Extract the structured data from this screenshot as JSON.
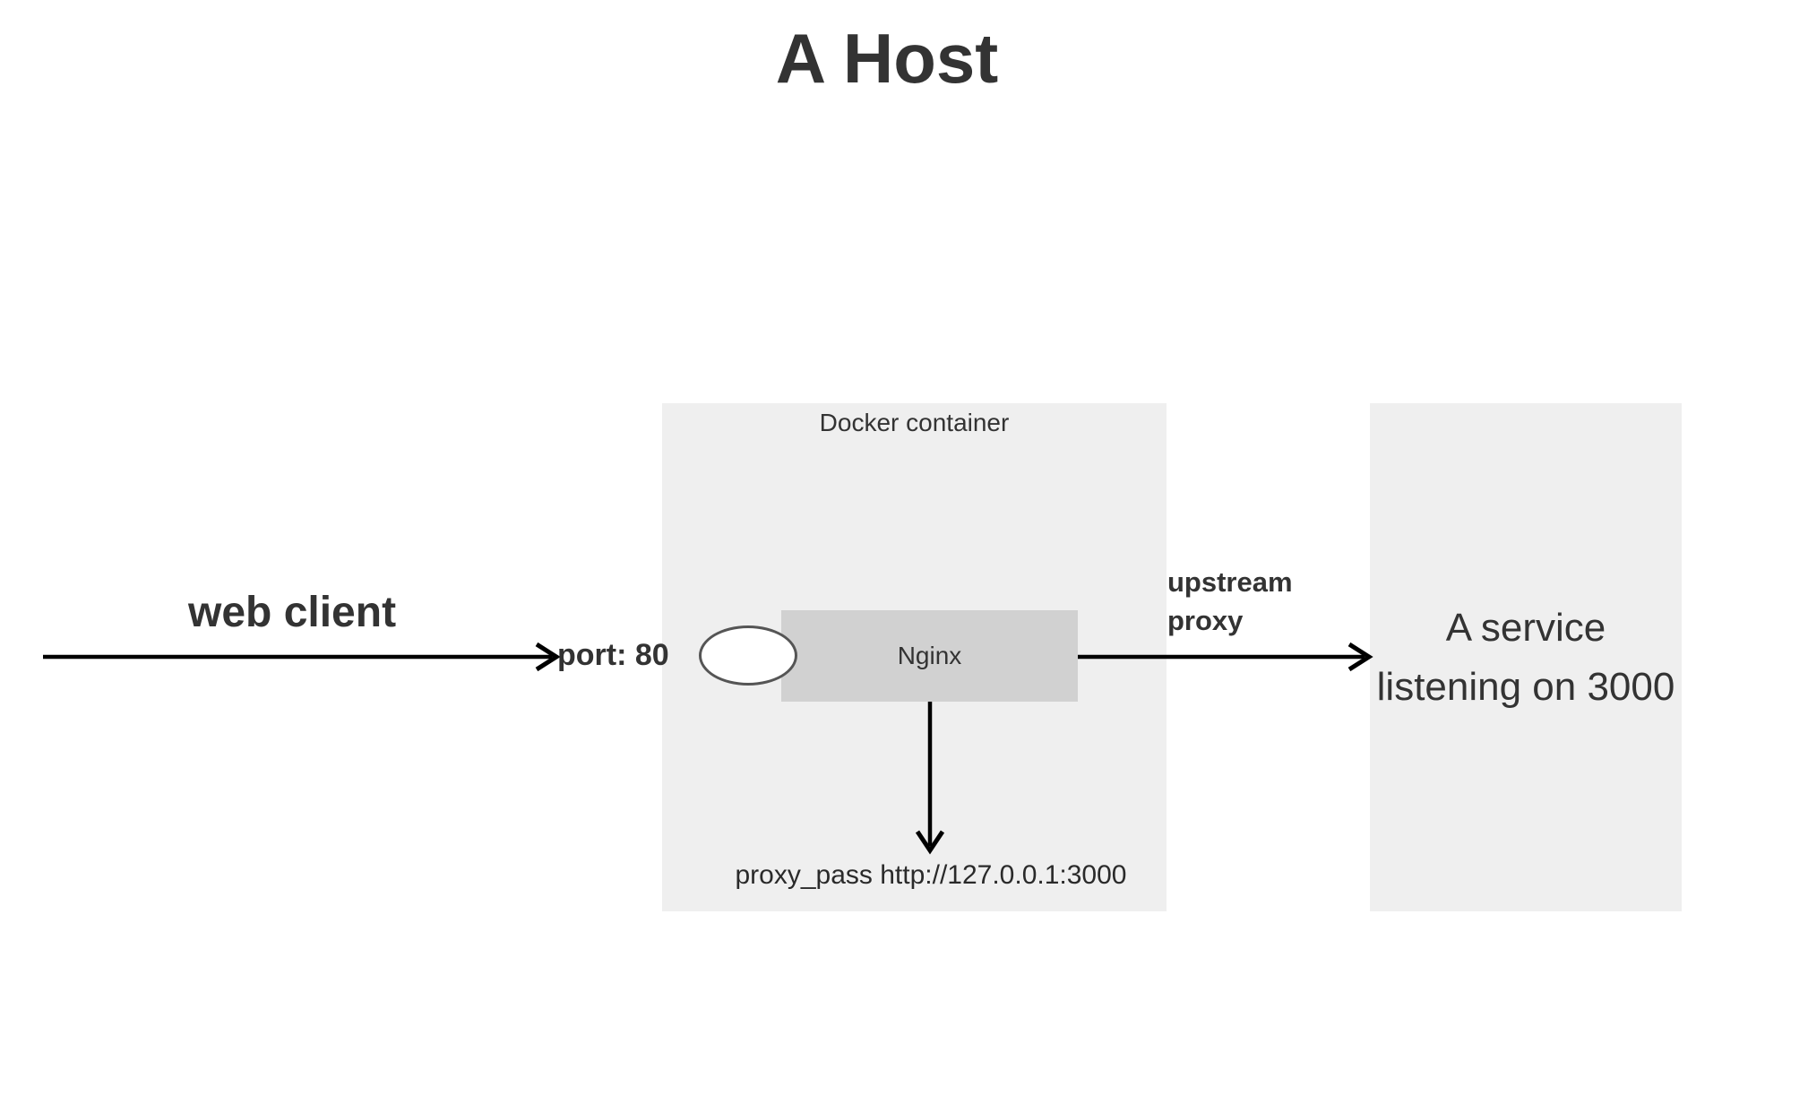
{
  "title": "A Host",
  "left_flow": {
    "web_client_label": "web client",
    "port_label": "port: 80"
  },
  "docker_container": {
    "label": "Docker container",
    "nginx_label": "Nginx",
    "proxy_pass_label": "proxy_pass http://127.0.0.1:3000"
  },
  "upstream_proxy_label": "upstream proxy",
  "service": {
    "label": "A service listening on 3000"
  },
  "icons": {
    "port_ellipse": "ellipse-port-socket",
    "arrows": [
      "web-client-arrow",
      "upstream-proxy-arrow",
      "proxy-pass-down-arrow"
    ]
  },
  "colors": {
    "background": "#ffffff",
    "container_fill": "#efefef",
    "nginx_fill": "#d1d1d1",
    "text": "#333333",
    "arrow": "#000000",
    "port_ellipse_border": "#555555",
    "port_ellipse_fill": "#ffffff"
  }
}
